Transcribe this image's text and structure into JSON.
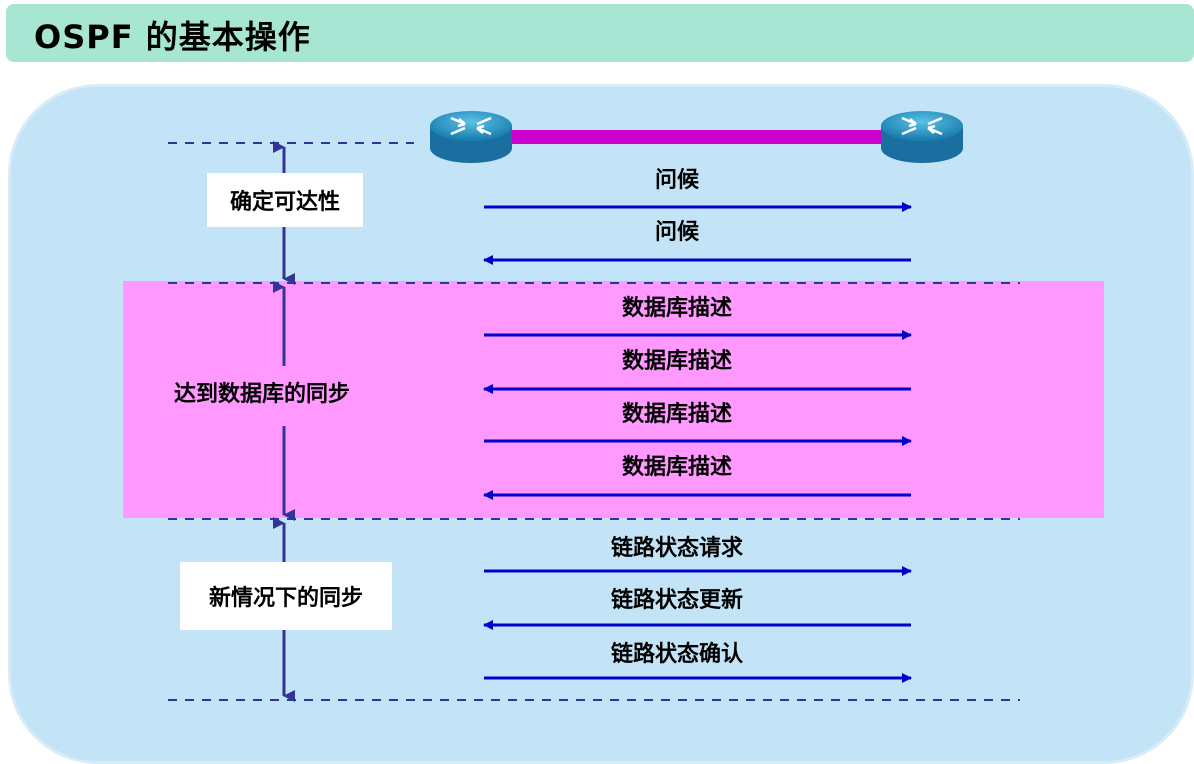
{
  "title": "OSPF 的基本操作",
  "phases": [
    {
      "label": "确定可达性"
    },
    {
      "label": "达到数据库的同步"
    },
    {
      "label": "新情况下的同步"
    }
  ],
  "messages": [
    {
      "label": "问候",
      "direction": "right"
    },
    {
      "label": "问候",
      "direction": "left"
    },
    {
      "label": "数据库描述",
      "direction": "right"
    },
    {
      "label": "数据库描述",
      "direction": "left"
    },
    {
      "label": "数据库描述",
      "direction": "right"
    },
    {
      "label": "数据库描述",
      "direction": "left"
    },
    {
      "label": "链路状态请求",
      "direction": "right"
    },
    {
      "label": "链路状态更新",
      "direction": "left"
    },
    {
      "label": "链路状态确认",
      "direction": "right"
    }
  ],
  "colors": {
    "title_bg": "#a8e6d4",
    "panel_bg": "#c3e3f6",
    "sync_band": "#ff99ff",
    "arrow": "#0000cc",
    "link": "#cc00cc",
    "router": "#1f8fbf"
  },
  "icons": [
    "router-icon",
    "router-icon"
  ]
}
